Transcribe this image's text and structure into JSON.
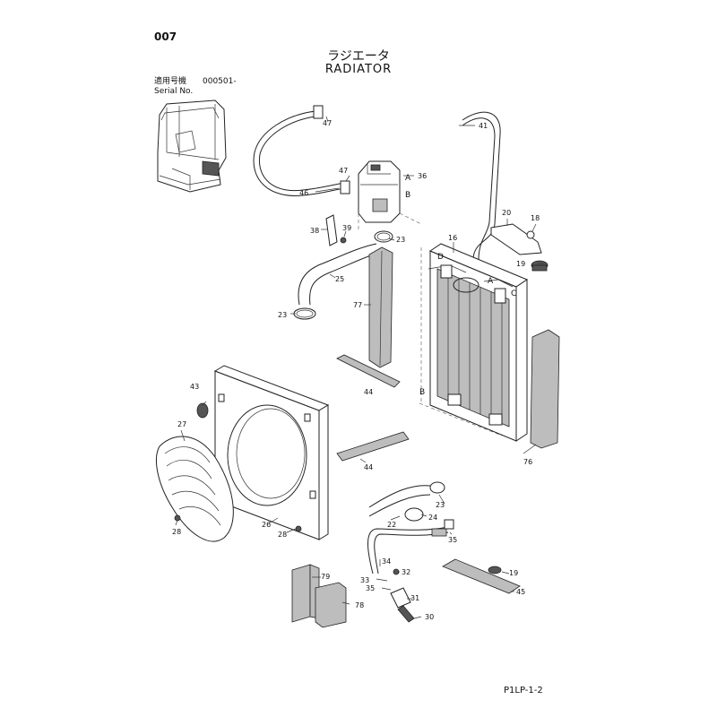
{
  "header": {
    "page_number": "007",
    "title_jp": "ラジエータ",
    "title_en": "RADIATOR"
  },
  "serial": {
    "label_jp": "適用号機",
    "label_en": "Serial No.",
    "value": "000501-"
  },
  "footer": {
    "code": "P1LP-1-2"
  },
  "callouts": {
    "c47a": "47",
    "c41": "41",
    "c47b": "47",
    "c36": "36",
    "c46": "46",
    "c20": "20",
    "c18": "18",
    "c38": "38",
    "c39": "39",
    "c23a": "23",
    "c16": "16",
    "c19a": "19",
    "c25": "25",
    "c77": "77",
    "c23b": "23",
    "c44a": "44",
    "c43": "43",
    "c27": "27",
    "c76": "76",
    "c44b": "44",
    "c23c": "23",
    "c22": "22",
    "c24": "24",
    "c26": "26",
    "c28a": "28",
    "c28b": "28",
    "c35a": "35",
    "c34": "34",
    "c32": "32",
    "c79": "79",
    "c19b": "19",
    "c33": "33",
    "c35b": "35",
    "c31": "31",
    "c45": "45",
    "c78": "78",
    "c30": "30"
  },
  "letters": {
    "A1": "A",
    "B1": "B",
    "A2": "A",
    "B2": "B",
    "C": "C",
    "D": "D"
  }
}
